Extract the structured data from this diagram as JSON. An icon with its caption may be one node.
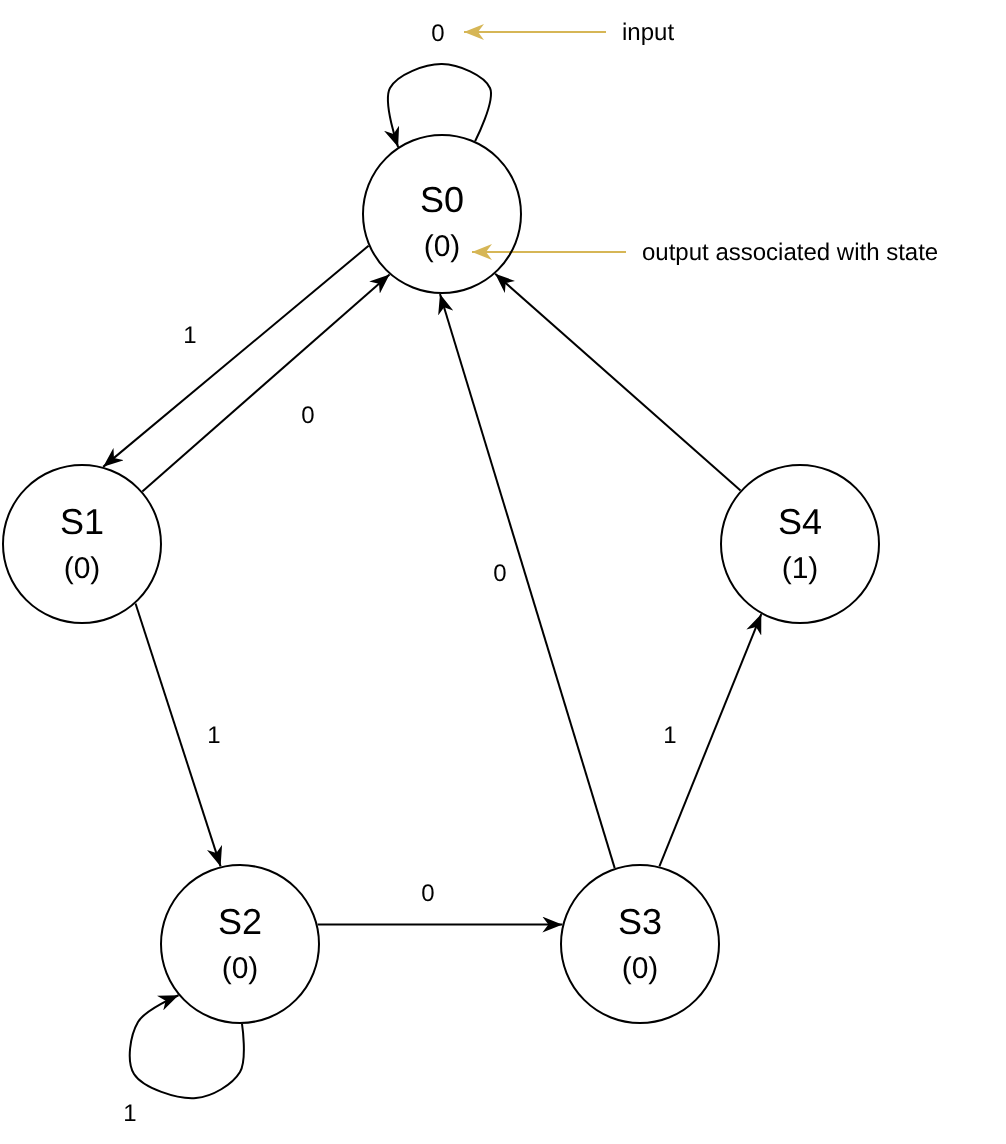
{
  "diagram": {
    "nodes": [
      {
        "text": [
          "S0",
          "(0)"
        ]
      },
      {
        "text": [
          "S1",
          "(0)"
        ]
      },
      {
        "text": [
          "S2",
          "(0)"
        ]
      },
      {
        "text": [
          "S3",
          "(0)"
        ]
      },
      {
        "text": [
          "S4",
          "(1)"
        ]
      },
      {
        "text": [
          "input"
        ]
      },
      {
        "text": [
          "output associated with state"
        ]
      }
    ],
    "edges": [
      {
        "from": 0,
        "to": 0,
        "arrow": "to",
        "label": "0"
      },
      {
        "from": 0,
        "to": 1,
        "arrow": "to",
        "label": "1"
      },
      {
        "from": 1,
        "to": 0,
        "arrow": "to",
        "label": "0"
      },
      {
        "from": 1,
        "to": 2,
        "arrow": "to",
        "label": "1"
      },
      {
        "from": 2,
        "to": 2,
        "arrow": "to",
        "label": "1"
      },
      {
        "from": 2,
        "to": 3,
        "arrow": "to",
        "label": "0"
      },
      {
        "from": 3,
        "to": 0,
        "arrow": "to",
        "label": "0"
      },
      {
        "from": 3,
        "to": 4,
        "arrow": "to",
        "label": "1"
      },
      {
        "from": 4,
        "to": 0,
        "arrow": "to"
      },
      {
        "from": 5,
        "to": null,
        "arrow": "to",
        "color": "#d6b656"
      },
      {
        "from": 6,
        "to": 0,
        "arrow": "to",
        "color": "#d6b656"
      }
    ]
  }
}
